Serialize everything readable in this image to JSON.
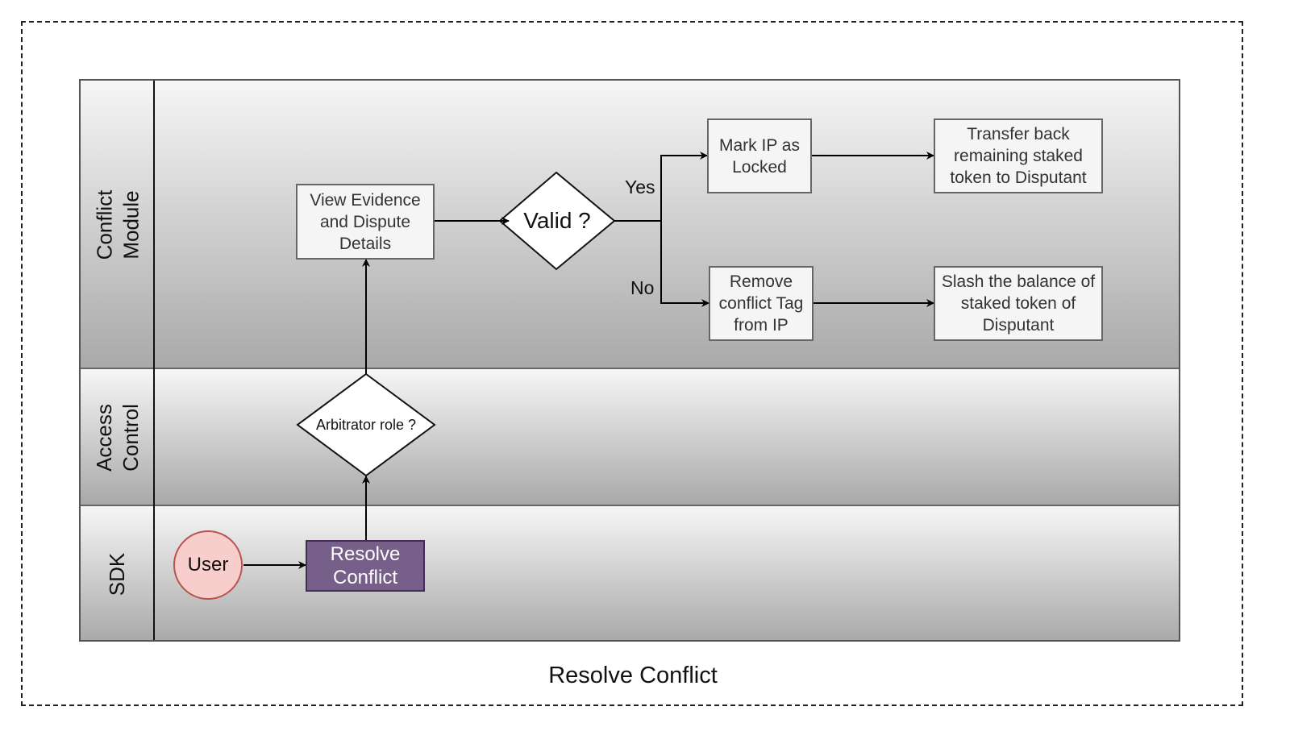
{
  "caption": "Resolve Conflict",
  "lanes": {
    "conflict_module": "Conflict\nModule",
    "access_control": "Access\nControl",
    "sdk": "SDK"
  },
  "nodes": {
    "user": "User",
    "resolve_conflict": "Resolve\nConflict",
    "arbitrator_role": "Arbitrator role ?",
    "view_evidence": "View Evidence\nand Dispute\nDetails",
    "valid": "Valid ?",
    "mark_locked": "Mark IP as\nLocked",
    "transfer_back": "Transfer back\nremaining staked\ntoken to Disputant",
    "remove_tag": "Remove\nconflict Tag\nfrom IP",
    "slash_balance": "Slash the balance of\nstaked token of\nDisputant"
  },
  "edge_labels": {
    "yes": "Yes",
    "no": "No"
  },
  "colors": {
    "user_fill": "#f8cecc",
    "user_stroke": "#b85450",
    "action_fill": "#76608a",
    "action_stroke": "#432d57",
    "box_fill": "#f5f5f5",
    "box_stroke": "#666666"
  }
}
